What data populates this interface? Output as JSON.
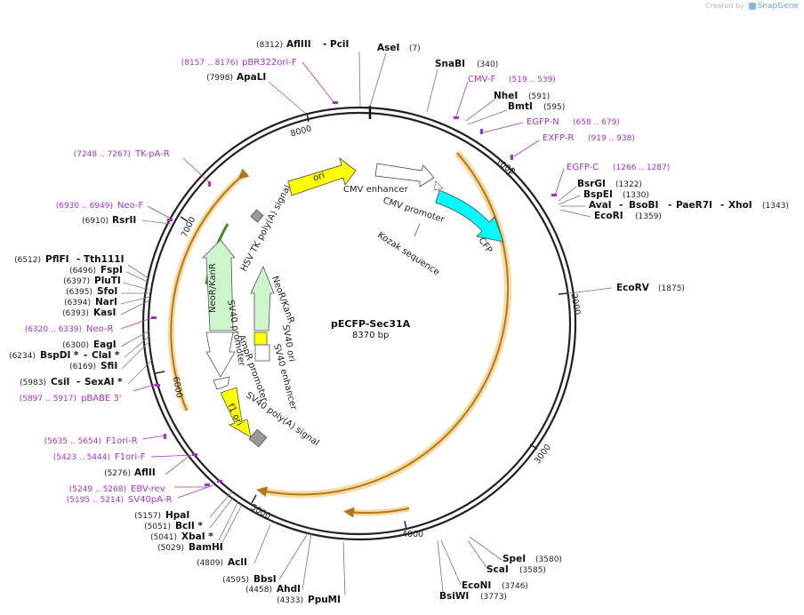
{
  "credit": {
    "prefix": "Created by",
    "brand": "SnapGene"
  },
  "plasmid": {
    "name": "pECFP-Sec31A",
    "length_label": "8370 bp",
    "length": 8370
  },
  "ticks": [
    "1000",
    "2000",
    "3000",
    "4000",
    "5000",
    "6000",
    "7000",
    "8000"
  ],
  "sites_right": [
    {
      "name": "AseI",
      "pos": "(7)"
    },
    {
      "name": "SnaBI",
      "pos": "(340)"
    },
    {
      "name": "NheI",
      "pos": "(591)"
    },
    {
      "name": "BmtI",
      "pos": "(595)"
    },
    {
      "name": "BsrGI",
      "pos": "(1322)"
    },
    {
      "name": "BspEI",
      "pos": "(1330)"
    },
    {
      "name": "AvaI",
      "pos": "",
      "more": [
        "BsoBI",
        "PaeR7I",
        "XhoI"
      ],
      "pos2": "(1343)"
    },
    {
      "name": "EcoRI",
      "pos": "(1359)"
    },
    {
      "name": "EcoRV",
      "pos": "(1875)"
    },
    {
      "name": "SpeI",
      "pos": "(3580)"
    },
    {
      "name": "ScaI",
      "pos": "(3585)"
    },
    {
      "name": "EcoNI",
      "pos": "(3746)"
    },
    {
      "name": "BsiWI",
      "pos": "(3773)"
    }
  ],
  "sites_left": [
    {
      "pos": "(8312)",
      "name": "AflIII",
      "extra": "PciI"
    },
    {
      "pos": "(7998)",
      "name": "ApaLI"
    },
    {
      "pos": "(6910)",
      "name": "RsrII"
    },
    {
      "pos": "(6512)",
      "name": "PflFI",
      "extra": "Tth111I"
    },
    {
      "pos": "(6496)",
      "name": "FspI"
    },
    {
      "pos": "(6397)",
      "name": "PluTI"
    },
    {
      "pos": "(6395)",
      "name": "SfoI"
    },
    {
      "pos": "(6394)",
      "name": "NarI"
    },
    {
      "pos": "(6393)",
      "name": "KasI"
    },
    {
      "pos": "(6300)",
      "name": "EagI"
    },
    {
      "pos": "(6234)",
      "name": "BspDI *",
      "extra": "ClaI *"
    },
    {
      "pos": "(6169)",
      "name": "SfiI"
    },
    {
      "pos": "(5983)",
      "name": "CsiI",
      "extra": "SexAI *"
    },
    {
      "pos": "(5276)",
      "name": "AflII"
    },
    {
      "pos": "(5157)",
      "name": "HpaI"
    },
    {
      "pos": "(5051)",
      "name": "BclI *"
    },
    {
      "pos": "(5041)",
      "name": "XbaI *"
    },
    {
      "pos": "(5029)",
      "name": "BamHI"
    },
    {
      "pos": "(4809)",
      "name": "AclI"
    },
    {
      "pos": "(4505)",
      "name": "BbsI"
    },
    {
      "pos": "(4458)",
      "name": "AhdI"
    },
    {
      "pos": "(4333)",
      "name": "PpuMI"
    }
  ],
  "primers_right": [
    {
      "name": "CMV-F",
      "range": "(519 .. 539)"
    },
    {
      "name": "EGFP-N",
      "range": "(658 .. 679)"
    },
    {
      "name": "EXFP-R",
      "range": "(919 .. 938)"
    },
    {
      "name": "EGFP-C",
      "range": "(1266 .. 1287)"
    }
  ],
  "primers_left": [
    {
      "range": "(8157 .. 8176)",
      "name": "pBR322ori-F"
    },
    {
      "range": "(7248 .. 7267)",
      "name": "TK-pA-R"
    },
    {
      "range": "(6930 .. 6949)",
      "name": "Neo-F"
    },
    {
      "range": "(6320 .. 6339)",
      "name": "Neo-R"
    },
    {
      "range": "(5897 .. 5917)",
      "name": "pBABE 3'"
    },
    {
      "range": "(5635 .. 5654)",
      "name": "F1ori-R"
    },
    {
      "range": "(5423 .. 5444)",
      "name": "F1ori-F"
    },
    {
      "range": "(5249 .. 5268)",
      "name": "EBV-rev"
    },
    {
      "range": "(5195 .. 5214)",
      "name": "SV40pA-R"
    }
  ],
  "features": [
    "ori",
    "CMV enhancer",
    "CMV promoter",
    "CFP",
    "Kozak sequence",
    "HSV TK poly(A) signal",
    "NeoR/KanR",
    "SV40 promoter",
    "NeoR/KanR",
    "SV40 ori",
    "SV40 enhancer",
    "AmpR promoter",
    "SV40 poly(A) signal",
    "f1 ori"
  ],
  "colors": {
    "ori": "#ffff00",
    "cfp": "#00ffff",
    "neo": "#ccf5cc",
    "promoter": "#ffffff",
    "polyA": "#999999",
    "orf_line": "#b07a1a",
    "orf_glow": "#f8d9a0",
    "primer": "#a333c8",
    "backbone": "#222222"
  }
}
